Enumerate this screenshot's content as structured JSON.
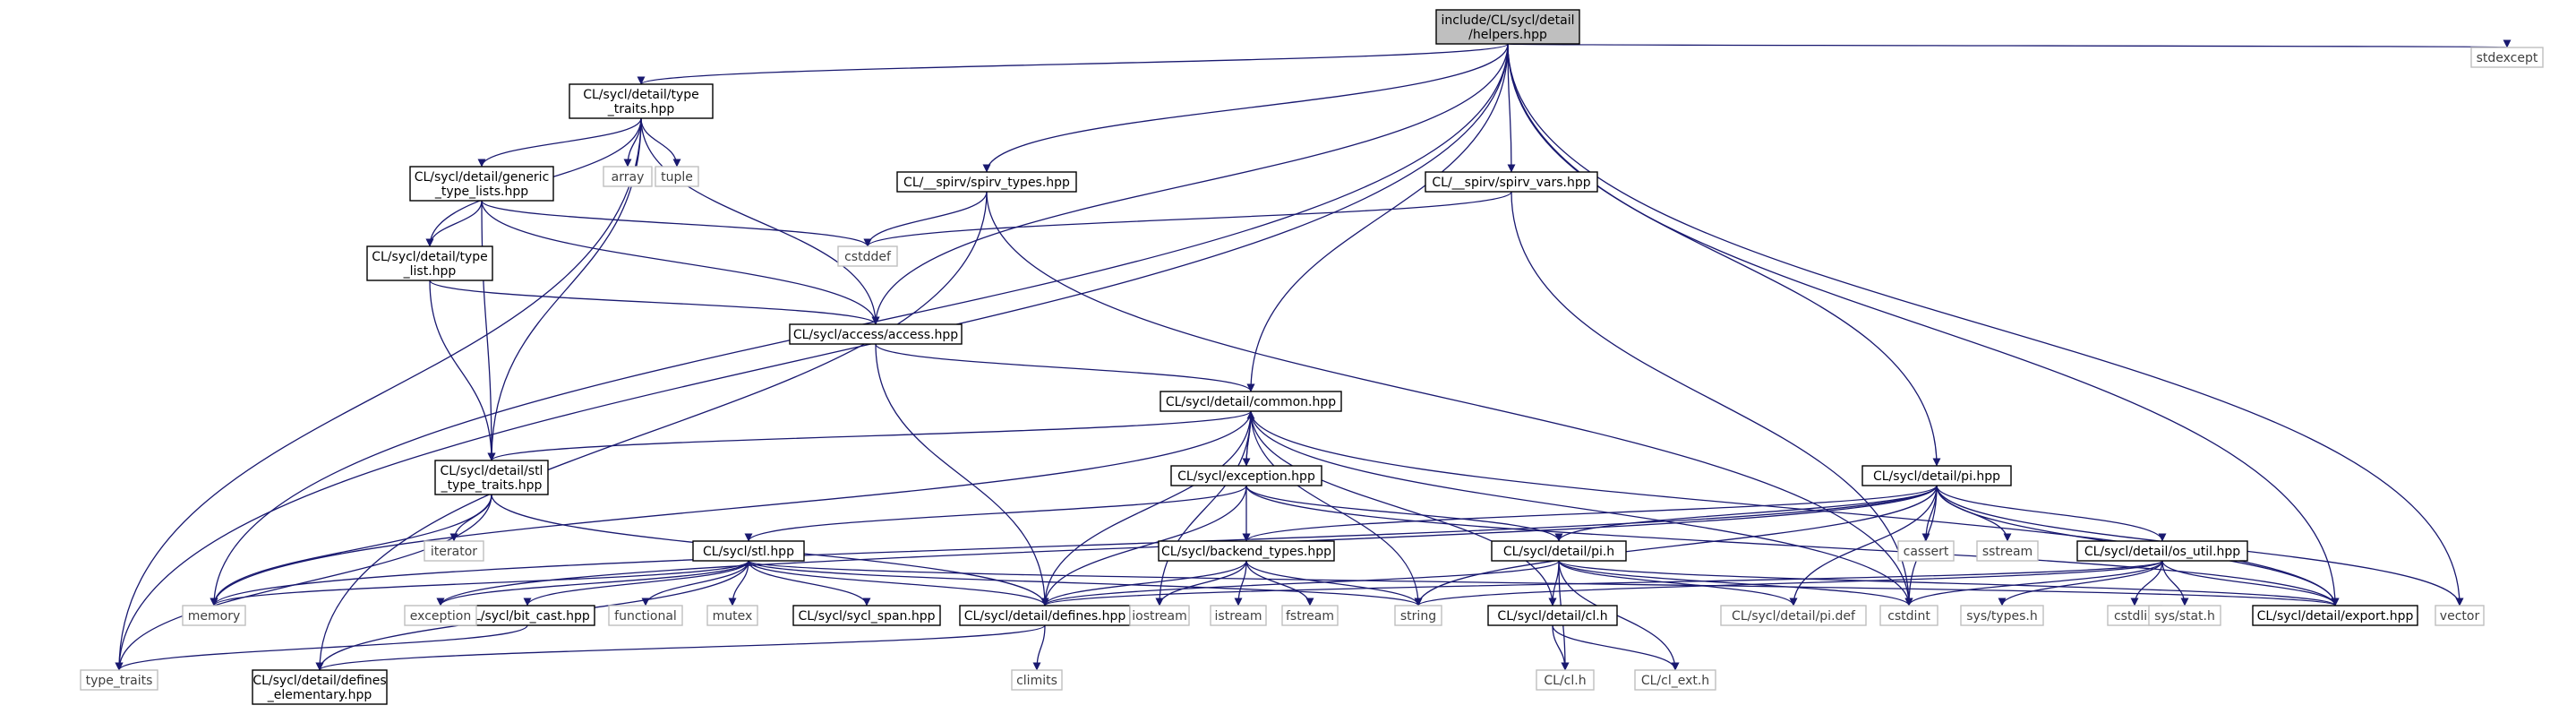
{
  "colors": {
    "edge": "#191970",
    "root_fill": "#bfbfbf",
    "root_stroke": "#000000",
    "file_fill": "#ffffff",
    "file_stroke": "#000000",
    "system_stroke": "#bfbfbf",
    "file_text": "#000000",
    "system_text": "#3f3f3f"
  },
  "nodes": [
    {
      "id": "helpers",
      "kind": "root",
      "lines": [
        "include/CL/sycl/detail",
        "/helpers.hpp"
      ]
    },
    {
      "id": "type_traits_detail",
      "kind": "file",
      "lines": [
        "CL/sycl/detail/type",
        "_traits.hpp"
      ]
    },
    {
      "id": "generic_type_lists",
      "kind": "file",
      "lines": [
        "CL/sycl/detail/generic",
        "_type_lists.hpp"
      ]
    },
    {
      "id": "type_list",
      "kind": "file",
      "lines": [
        "CL/sycl/detail/type",
        "_list.hpp"
      ]
    },
    {
      "id": "spirv_types",
      "kind": "file",
      "lines": [
        "CL/__spirv/spirv_types.hpp"
      ]
    },
    {
      "id": "spirv_vars",
      "kind": "file",
      "lines": [
        "CL/__spirv/spirv_vars.hpp"
      ]
    },
    {
      "id": "access",
      "kind": "file",
      "lines": [
        "CL/sycl/access/access.hpp"
      ]
    },
    {
      "id": "common",
      "kind": "file",
      "lines": [
        "CL/sycl/detail/common.hpp"
      ]
    },
    {
      "id": "stl_type_traits",
      "kind": "file",
      "lines": [
        "CL/sycl/detail/stl",
        "_type_traits.hpp"
      ]
    },
    {
      "id": "exception",
      "kind": "file",
      "lines": [
        "CL/sycl/exception.hpp"
      ]
    },
    {
      "id": "pi_hpp",
      "kind": "file",
      "lines": [
        "CL/sycl/detail/pi.hpp"
      ]
    },
    {
      "id": "stl_hpp",
      "kind": "file",
      "lines": [
        "CL/sycl/stl.hpp"
      ]
    },
    {
      "id": "backend_types",
      "kind": "file",
      "lines": [
        "CL/sycl/backend_types.hpp"
      ]
    },
    {
      "id": "pi_h",
      "kind": "file",
      "lines": [
        "CL/sycl/detail/pi.h"
      ]
    },
    {
      "id": "os_util",
      "kind": "file",
      "lines": [
        "CL/sycl/detail/os_util.hpp"
      ]
    },
    {
      "id": "bit_cast",
      "kind": "file",
      "lines": [
        "CL/sycl/bit_cast.hpp"
      ]
    },
    {
      "id": "sycl_span",
      "kind": "file",
      "lines": [
        "CL/sycl/sycl_span.hpp"
      ]
    },
    {
      "id": "defines",
      "kind": "file",
      "lines": [
        "CL/sycl/detail/defines.hpp"
      ]
    },
    {
      "id": "cl_h_detail",
      "kind": "file",
      "lines": [
        "CL/sycl/detail/cl.h"
      ]
    },
    {
      "id": "export",
      "kind": "file",
      "lines": [
        "CL/sycl/detail/export.hpp"
      ]
    },
    {
      "id": "defines_elementary",
      "kind": "file",
      "lines": [
        "CL/sycl/detail/defines",
        "_elementary.hpp"
      ]
    },
    {
      "id": "array",
      "kind": "system",
      "lines": [
        "array"
      ]
    },
    {
      "id": "tuple",
      "kind": "system",
      "lines": [
        "tuple"
      ]
    },
    {
      "id": "cstddef",
      "kind": "system",
      "lines": [
        "cstddef"
      ]
    },
    {
      "id": "stdexcept",
      "kind": "system",
      "lines": [
        "stdexcept"
      ]
    },
    {
      "id": "iterator",
      "kind": "system",
      "lines": [
        "iterator"
      ]
    },
    {
      "id": "memory",
      "kind": "system",
      "lines": [
        "memory"
      ]
    },
    {
      "id": "std_exception",
      "kind": "system",
      "lines": [
        "exception"
      ]
    },
    {
      "id": "functional",
      "kind": "system",
      "lines": [
        "functional"
      ]
    },
    {
      "id": "mutex",
      "kind": "system",
      "lines": [
        "mutex"
      ]
    },
    {
      "id": "iostream",
      "kind": "system",
      "lines": [
        "iostream"
      ]
    },
    {
      "id": "istream",
      "kind": "system",
      "lines": [
        "istream"
      ]
    },
    {
      "id": "fstream",
      "kind": "system",
      "lines": [
        "fstream"
      ]
    },
    {
      "id": "string",
      "kind": "system",
      "lines": [
        "string"
      ]
    },
    {
      "id": "pi_def",
      "kind": "system",
      "lines": [
        "CL/sycl/detail/pi.def"
      ]
    },
    {
      "id": "cstdint",
      "kind": "system",
      "lines": [
        "cstdint"
      ]
    },
    {
      "id": "cassert",
      "kind": "system",
      "lines": [
        "cassert"
      ]
    },
    {
      "id": "sstream",
      "kind": "system",
      "lines": [
        "sstream"
      ]
    },
    {
      "id": "sys_types",
      "kind": "system",
      "lines": [
        "sys/types.h"
      ]
    },
    {
      "id": "cstdlib",
      "kind": "system",
      "lines": [
        "cstdlib"
      ]
    },
    {
      "id": "sys_stat",
      "kind": "system",
      "lines": [
        "sys/stat.h"
      ]
    },
    {
      "id": "vector",
      "kind": "system",
      "lines": [
        "vector"
      ]
    },
    {
      "id": "type_traits_std",
      "kind": "system",
      "lines": [
        "type_traits"
      ]
    },
    {
      "id": "climits",
      "kind": "system",
      "lines": [
        "climits"
      ]
    },
    {
      "id": "cl_cl_h",
      "kind": "system",
      "lines": [
        "CL/cl.h"
      ]
    },
    {
      "id": "cl_ext_h",
      "kind": "system",
      "lines": [
        "CL/cl_ext.h"
      ]
    }
  ],
  "edges": [
    [
      "helpers",
      "type_traits_detail"
    ],
    [
      "helpers",
      "spirv_types"
    ],
    [
      "helpers",
      "spirv_vars"
    ],
    [
      "helpers",
      "access"
    ],
    [
      "helpers",
      "common"
    ],
    [
      "helpers",
      "pi_hpp"
    ],
    [
      "helpers",
      "export"
    ],
    [
      "helpers",
      "stdexcept"
    ],
    [
      "helpers",
      "vector"
    ],
    [
      "helpers",
      "memory"
    ],
    [
      "helpers",
      "type_traits_std"
    ],
    [
      "type_traits_detail",
      "generic_type_lists"
    ],
    [
      "type_traits_detail",
      "type_list"
    ],
    [
      "type_traits_detail",
      "array"
    ],
    [
      "type_traits_detail",
      "tuple"
    ],
    [
      "type_traits_detail",
      "access"
    ],
    [
      "type_traits_detail",
      "stl_type_traits"
    ],
    [
      "type_traits_detail",
      "type_traits_std"
    ],
    [
      "generic_type_lists",
      "type_list"
    ],
    [
      "generic_type_lists",
      "cstddef"
    ],
    [
      "generic_type_lists",
      "access"
    ],
    [
      "generic_type_lists",
      "stl_type_traits"
    ],
    [
      "type_list",
      "access"
    ],
    [
      "type_list",
      "stl_type_traits"
    ],
    [
      "spirv_types",
      "cstddef"
    ],
    [
      "spirv_types",
      "cstdint"
    ],
    [
      "spirv_types",
      "defines_elementary"
    ],
    [
      "spirv_vars",
      "cstddef"
    ],
    [
      "spirv_vars",
      "cstdint"
    ],
    [
      "access",
      "common"
    ],
    [
      "access",
      "defines"
    ],
    [
      "common",
      "stl_type_traits"
    ],
    [
      "common",
      "exception"
    ],
    [
      "common",
      "defines"
    ],
    [
      "common",
      "export"
    ],
    [
      "common",
      "cl_h_detail"
    ],
    [
      "common",
      "string"
    ],
    [
      "common",
      "iostream"
    ],
    [
      "common",
      "cstdint"
    ],
    [
      "common",
      "memory"
    ],
    [
      "stl_type_traits",
      "iterator"
    ],
    [
      "stl_type_traits",
      "memory"
    ],
    [
      "stl_type_traits",
      "type_traits_std"
    ],
    [
      "stl_type_traits",
      "defines"
    ],
    [
      "exception",
      "common"
    ],
    [
      "exception",
      "backend_types"
    ],
    [
      "exception",
      "pi_h"
    ],
    [
      "exception",
      "stl_hpp"
    ],
    [
      "exception",
      "defines"
    ],
    [
      "exception",
      "export"
    ],
    [
      "pi_hpp",
      "backend_types"
    ],
    [
      "pi_hpp",
      "pi_h"
    ],
    [
      "pi_hpp",
      "os_util"
    ],
    [
      "pi_hpp",
      "cassert"
    ],
    [
      "pi_hpp",
      "sstream"
    ],
    [
      "pi_hpp",
      "cstdint"
    ],
    [
      "pi_hpp",
      "string"
    ],
    [
      "pi_hpp",
      "pi_def"
    ],
    [
      "pi_hpp",
      "export"
    ],
    [
      "pi_hpp",
      "vector"
    ],
    [
      "pi_hpp",
      "memory"
    ],
    [
      "pi_hpp",
      "std_exception"
    ],
    [
      "stl_hpp",
      "memory"
    ],
    [
      "stl_hpp",
      "std_exception"
    ],
    [
      "stl_hpp",
      "bit_cast"
    ],
    [
      "stl_hpp",
      "functional"
    ],
    [
      "stl_hpp",
      "mutex"
    ],
    [
      "stl_hpp",
      "sycl_span"
    ],
    [
      "stl_hpp",
      "defines"
    ],
    [
      "stl_hpp",
      "string"
    ],
    [
      "stl_hpp",
      "export"
    ],
    [
      "stl_hpp",
      "defines_elementary"
    ],
    [
      "backend_types",
      "defines"
    ],
    [
      "backend_types",
      "iostream"
    ],
    [
      "backend_types",
      "istream"
    ],
    [
      "backend_types",
      "fstream"
    ],
    [
      "backend_types",
      "string"
    ],
    [
      "pi_h",
      "cl_h_detail"
    ],
    [
      "pi_h",
      "cl_cl_h"
    ],
    [
      "pi_h",
      "cl_ext_h"
    ],
    [
      "pi_h",
      "pi_def"
    ],
    [
      "pi_h",
      "cstdint"
    ],
    [
      "pi_h",
      "export"
    ],
    [
      "pi_h",
      "defines"
    ],
    [
      "os_util",
      "defines"
    ],
    [
      "os_util",
      "export"
    ],
    [
      "os_util",
      "cstdint"
    ],
    [
      "os_util",
      "sys_types"
    ],
    [
      "os_util",
      "cstdlib"
    ],
    [
      "os_util",
      "sys_stat"
    ],
    [
      "os_util",
      "string"
    ],
    [
      "bit_cast",
      "type_traits_std"
    ],
    [
      "defines",
      "defines_elementary"
    ],
    [
      "defines",
      "climits"
    ],
    [
      "cl_h_detail",
      "cl_cl_h"
    ],
    [
      "cl_h_detail",
      "cl_ext_h"
    ]
  ]
}
